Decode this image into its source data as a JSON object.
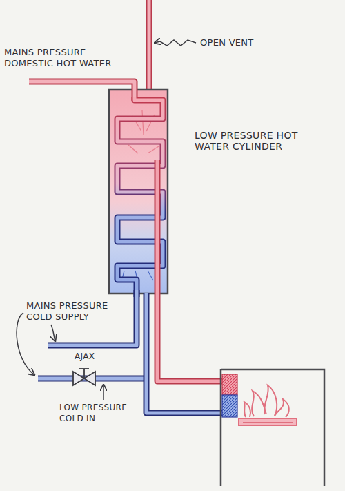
{
  "diagram": {
    "labels": [
      "MAINS PRESSURE DOMESTIC HOT WATER",
      "OPEN VENT",
      "LOW PRESSURE HOT WATER CYLINDER",
      "MAINS PRESSURE COLD SUPPLY",
      "AJAX",
      "LOW PRESSURE COLD IN"
    ]
  }
}
